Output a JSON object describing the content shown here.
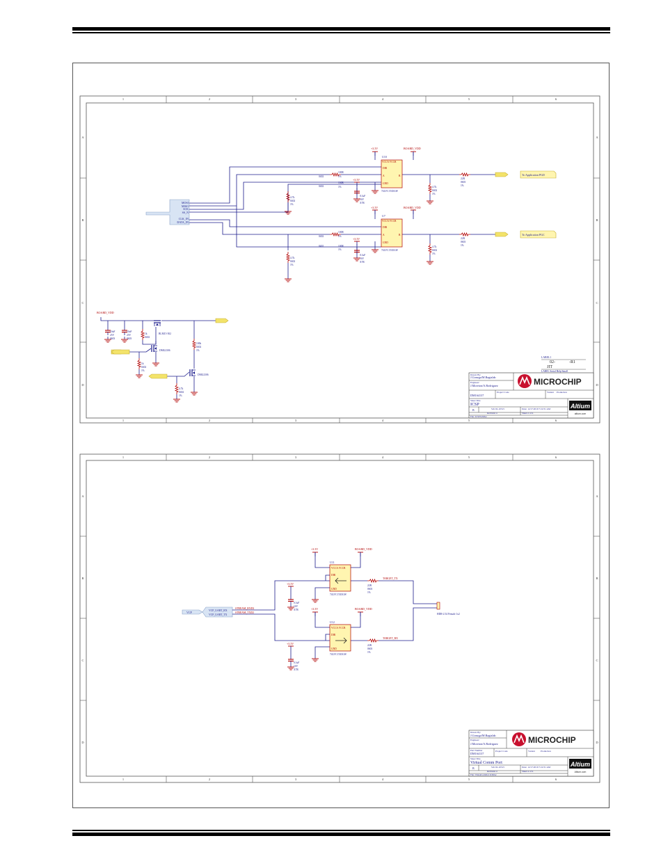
{
  "sheet1": {
    "title_block": {
      "drawn_by_label": "Drawn By:",
      "drawn_by": "J.Gonzga/M.Ragtalab",
      "engineer_label": "Engineer:",
      "engineer": "J.Moreton/A.Rodriguez",
      "part_number": "DM164137",
      "project_code_label": "Project Code",
      "variant_label": "Variant",
      "variant": "Production",
      "sheet_title_label": "Sheet Title",
      "sheet_title": "ICSP",
      "size": "B",
      "doc": "Sch 02-10515",
      "date": "Date: 12/17/2019 7:22:31 AM",
      "revision": "Revision 4",
      "sheet": "Sheet 2 of 4",
      "file": "File: ICSP.SchDoc",
      "brand": "MICROCHIP",
      "tool": "Altium",
      "tool_site": "altium.com"
    },
    "label_box": {
      "title": "LABEL1",
      "l1": "02-",
      "l2": "-R1",
      "l3": "JIT",
      "l4": "LABEL Serial Help Small"
    },
    "nets": {
      "mosi": "MOSI",
      "miso": "MISO",
      "sck": "SCK",
      "ss": "SS_N",
      "clk": "CLK_IN",
      "data": "DATA_IN",
      "pwr_3v3": "+3.3V",
      "board_vdd": "BOARD_VDD",
      "to_app_pgd": "To Application PGD",
      "to_app_pgc": "To Application PGC"
    },
    "u10": {
      "ref": "U10",
      "part": "74LVC1T45GW",
      "vcca_vccb": "VCCA VCCB",
      "dir": "DIR",
      "gnd": "GND",
      "a": "A",
      "b": "B"
    },
    "u7": {
      "ref": "U7",
      "part": "74LVC1T45GW",
      "vcca_vccb": "VCCA VCCB",
      "dir": "DIR",
      "gnd": "GND",
      "a": "A",
      "b": "B"
    },
    "r_100r": "100R",
    "r_22r": "22R",
    "r_4k7": "4.7k",
    "pkg_0402": "0402",
    "pkg_0603": "0603",
    "tol_1": "1%",
    "cap_100n": "0.1uF",
    "cap_16v": "16V",
    "cap_x7r": "X7R",
    "cap_10u": "10uF",
    "cap_25v": "25V",
    "pwr_section": {
      "board_vdd": "BOARD_VDD",
      "q1": "BLM15-502",
      "q2": "DMG2306",
      "q3": "DMG2306",
      "r_100k": "100k",
      "r_1k": "1k"
    },
    "grid_cols": [
      "1",
      "2",
      "3",
      "4",
      "5",
      "6"
    ],
    "grid_rows": [
      "A",
      "B",
      "C",
      "D"
    ]
  },
  "sheet2": {
    "title_block": {
      "drawn_by_label": "Drawn By:",
      "drawn_by": "J.Gonzga/M.Ragtalab",
      "engineer_label": "Engineer:",
      "engineer": "J.Moreton/A.Rodriguez",
      "part_number_label": "Part Number",
      "part_number": "DM164137",
      "project_code_label": "Project Code",
      "variant_label": "Variant",
      "variant": "Production",
      "sheet_title_label": "Sheet Title",
      "sheet_title": "Virtual Comm Port",
      "size": "B",
      "doc": "Sch 02-10515",
      "date": "Date: 12/17/2019 7:22:31 AM",
      "revision": "Revision 4",
      "sheet": "Sheet 4 of 4",
      "file": "File: VirtualComPort.SchDoc",
      "brand": "MICROCHIP",
      "tool": "Altium",
      "tool_site": "Altium.com"
    },
    "nets": {
      "vcp": "VCP",
      "vcp_rx": "VCP_UART_RX",
      "vcp_tx": "VCP_UART_TX",
      "stream_rx": "STREAM_RXD2",
      "stream_tx": "STREAM_TXD2",
      "pwr_3v3": "+3.3V",
      "board_vdd": "BOARD_VDD",
      "target_tx": "TARGET_TX",
      "target_rx": "TARGET_RX",
      "header": "HDR-2.54 Female 1x2"
    },
    "u11": {
      "ref": "U11",
      "part": "74LVC1T45GW",
      "vcca_vccb": "VCCA VCCB",
      "dir": "DIR",
      "gnd": "GND"
    },
    "u12": {
      "ref": "U12",
      "part": "74LVC1T45GW",
      "vcca_vccb": "VCCA VCCB",
      "dir": "DIR",
      "gnd": "GND"
    },
    "grid_cols": [
      "1",
      "2",
      "3",
      "4",
      "5",
      "6"
    ],
    "grid_rows": [
      "A",
      "B",
      "C",
      "D"
    ]
  },
  "colors": {
    "wire": "#1c1c8c",
    "power": "#b00000",
    "component_fill": "#fff5b0",
    "port_fill": "#d8e4f4",
    "port_stroke": "#8aa2c8",
    "yellow_port": "#f3e36a",
    "brand_red": "#c8102e"
  }
}
